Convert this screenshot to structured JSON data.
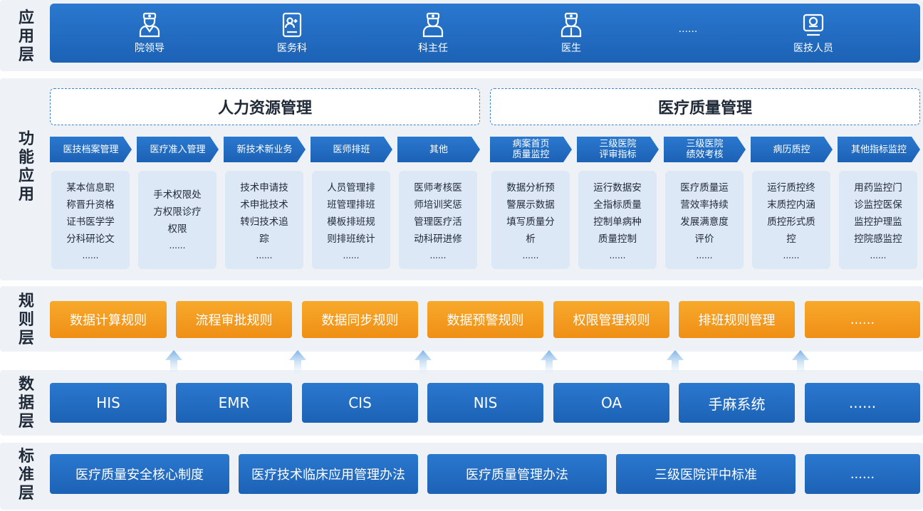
{
  "layers": {
    "app": {
      "label": [
        "应",
        "用",
        "层"
      ]
    },
    "func": {
      "label": [
        "功",
        "能",
        "应",
        "用"
      ]
    },
    "rule": {
      "label": [
        "规",
        "则",
        "层"
      ]
    },
    "data": {
      "label": [
        "数",
        "据",
        "层"
      ]
    },
    "std": {
      "label": [
        "标",
        "准",
        "层"
      ]
    }
  },
  "app_items": [
    {
      "label": "院领导",
      "icon": "doctor-leader-icon"
    },
    {
      "label": "医务科",
      "icon": "medical-card-icon"
    },
    {
      "label": "科主任",
      "icon": "department-head-icon"
    },
    {
      "label": "医生",
      "icon": "doctor-icon"
    },
    {
      "label": "......",
      "icon": ""
    },
    {
      "label": "医技人员",
      "icon": "monitor-icon"
    }
  ],
  "groups": {
    "hr": "人力资源管理",
    "quality": "医疗质量管理"
  },
  "tabs": [
    "医技档案管理",
    "医疗准入管理",
    "新技术新业务",
    "医师排班",
    "其他",
    "病案首页\n质量监控",
    "三级医院\n评审指标",
    "三级医院\n绩效考核",
    "病历质控",
    "其他指标监控"
  ],
  "cards": [
    {
      "text": "某本信息职称晋升资格证书医学学分科研论文",
      "dots": "......"
    },
    {
      "text": "手术权限处方权限诊疗权限",
      "dots": "......"
    },
    {
      "text": "技术申请技术申批技术转归技术追踪",
      "dots": "......"
    },
    {
      "text": "人员管理排班管理排班模板排班规则排班统计",
      "dots": "......"
    },
    {
      "text": "医师考核医师培训奖惩管理医疗活动科研进修",
      "dots": "......"
    },
    {
      "text": "数据分析预警展示数据填写质量分析",
      "dots": "......"
    },
    {
      "text": "运行数据安全指标质量控制单病种质量控制",
      "dots": "......"
    },
    {
      "text": "医疗质量运营效率持续发展满意度评价",
      "dots": "......"
    },
    {
      "text": "运行质控终末质控内涵质控形式质控",
      "dots": "......"
    },
    {
      "text": "用药监控门诊监控医保监控护理监控院感监控",
      "dots": "......"
    }
  ],
  "rules": [
    "数据计算规则",
    "流程审批规则",
    "数据同步规则",
    "数据预警规则",
    "权限管理规则",
    "排班规则管理",
    "......"
  ],
  "data_systems": [
    "HIS",
    "EMR",
    "CIS",
    "NIS",
    "OA",
    "手麻系统",
    "......"
  ],
  "standards": [
    "医疗质量安全核心制度",
    "医疗技术临床应用管理办法",
    "医疗质量管理办法",
    "三级医院评中标准",
    "......"
  ]
}
